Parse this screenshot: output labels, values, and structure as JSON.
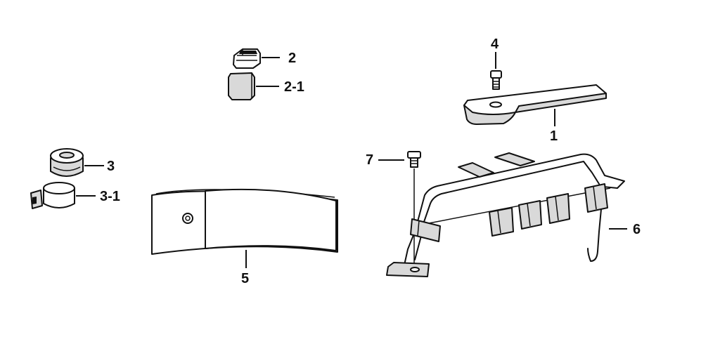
{
  "callouts": {
    "c1": "1",
    "c2": "2",
    "c2_1": "2-1",
    "c3": "3",
    "c3_1": "3-1",
    "c4": "4",
    "c5": "5",
    "c6": "6",
    "c7": "7"
  }
}
